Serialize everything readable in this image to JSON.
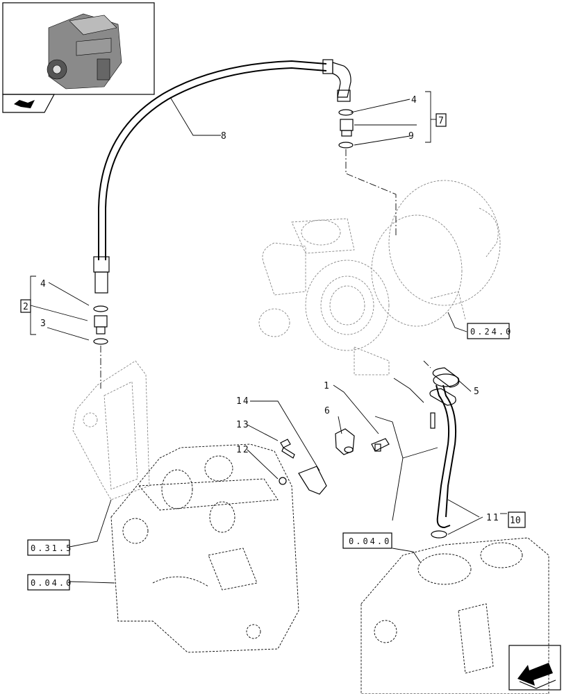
{
  "callouts": {
    "c1": "1",
    "c2": "2",
    "c3": "3",
    "c4_top": "4",
    "c4_left": "4",
    "c5": "5",
    "c6": "6",
    "c7": "7",
    "c8": "8",
    "c9": "9",
    "c10": "10",
    "c11": "11",
    "c12": "12",
    "c13": "13",
    "c14": "14"
  },
  "references": {
    "turbo": "0.24.0",
    "plate": "0.31.5",
    "block_left": "0.04.0",
    "block_right": "0.04.0"
  },
  "icons": {
    "thumbnail": "engine-thumbnail-icon",
    "nav_top": "book-arrow-icon",
    "nav_bottom": "page-arrow-icon"
  }
}
